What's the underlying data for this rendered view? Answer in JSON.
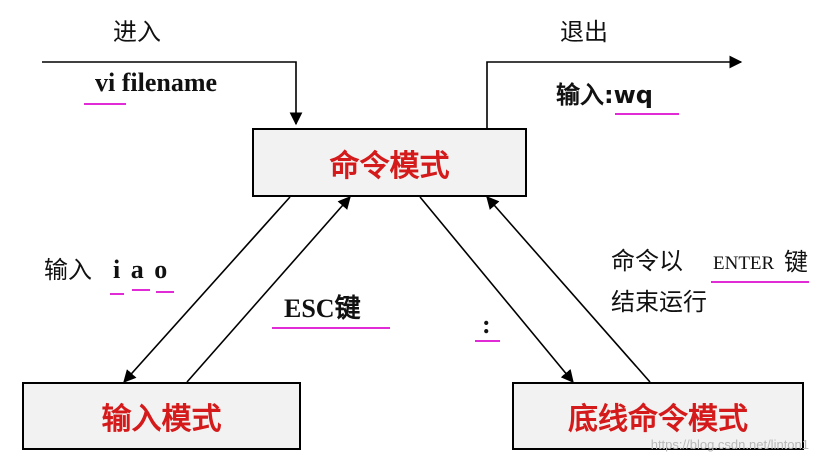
{
  "states": {
    "command": "命令模式",
    "insert": "输入模式",
    "lastline": "底线命令模式"
  },
  "labels": {
    "enter": "进入",
    "enter_cmd": "vi filename",
    "exit": "退出",
    "exit_cmd": "输入:wq",
    "to_insert_prefix": "输入",
    "to_insert_keys": "i a o",
    "to_command": "ESC键",
    "to_lastline": ":",
    "lastline_back_a": "命令以",
    "lastline_back_enter": "ENTER",
    "lastline_back_key": "键",
    "lastline_back_b": "结束运行"
  },
  "watermark": "https://blog.csdn.net/linton1",
  "colors": {
    "state_text": "#d41a1a",
    "state_fill": "#f2f2f2",
    "underline": "#e02bd6"
  }
}
